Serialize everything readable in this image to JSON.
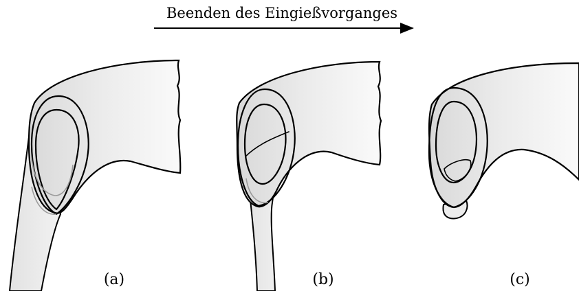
{
  "title": "Beenden des Eingießvorganges",
  "panels": [
    {
      "label": "(a)"
    },
    {
      "label": "(b)"
    },
    {
      "label": "(c)"
    }
  ]
}
